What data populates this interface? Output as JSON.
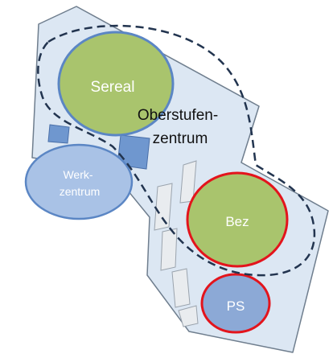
{
  "labels": {
    "sereal": "Sereal",
    "oberstufen_line1": "Oberstufen-",
    "oberstufen_line2": "zentrum",
    "werk_line1": "Werk-",
    "werk_line2": "zentrum",
    "bez": "Bez",
    "ps": "PS"
  },
  "colors": {
    "site_fill": "#dce7f3",
    "site_stroke": "#6f7e8e",
    "building_fill": "#6f97cf",
    "building_stroke": "#4a6fa8",
    "hatch_fill": "#e9ecef",
    "hatch_stroke": "#9aa3ad",
    "green_fill": "#a9c46d",
    "blue_fill": "#8ca9d6",
    "werk_fill": "#a9c2e6",
    "blue_stroke": "#5b86c4",
    "red_stroke": "#e3141c",
    "dashed_stroke": "#22344f"
  }
}
